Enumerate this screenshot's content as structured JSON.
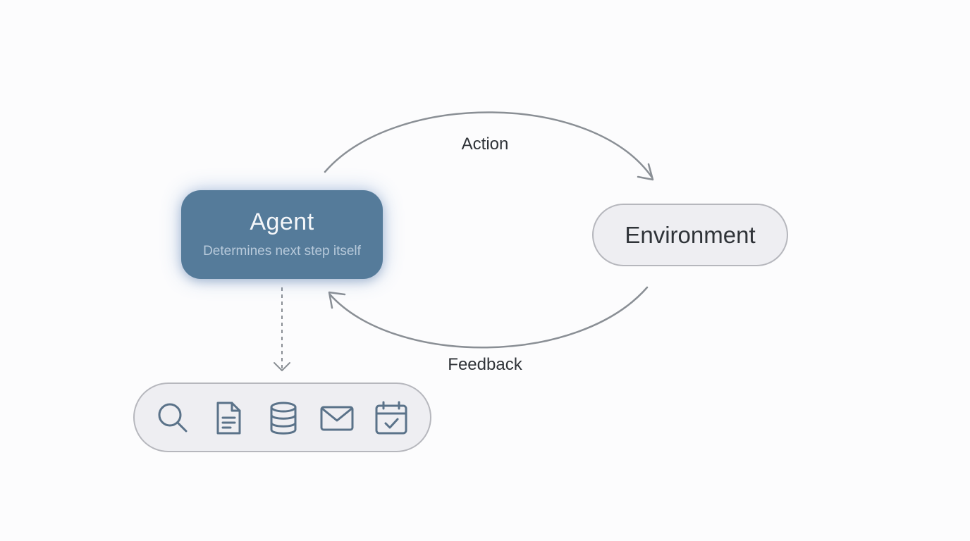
{
  "agent": {
    "title": "Agent",
    "subtitle": "Determines next step itself"
  },
  "environment": {
    "label": "Environment"
  },
  "edges": {
    "action": "Action",
    "feedback": "Feedback"
  },
  "tools": {
    "icons": [
      "search-icon",
      "document-icon",
      "database-icon",
      "mail-icon",
      "calendar-check-icon"
    ]
  },
  "colors": {
    "agent_fill": "#557b9a",
    "agent_glow": "#5984c4",
    "pill_fill": "#eeeef2",
    "pill_border": "#b6b7bd",
    "arrow": "#8a8f95",
    "icon": "#5a7289"
  }
}
